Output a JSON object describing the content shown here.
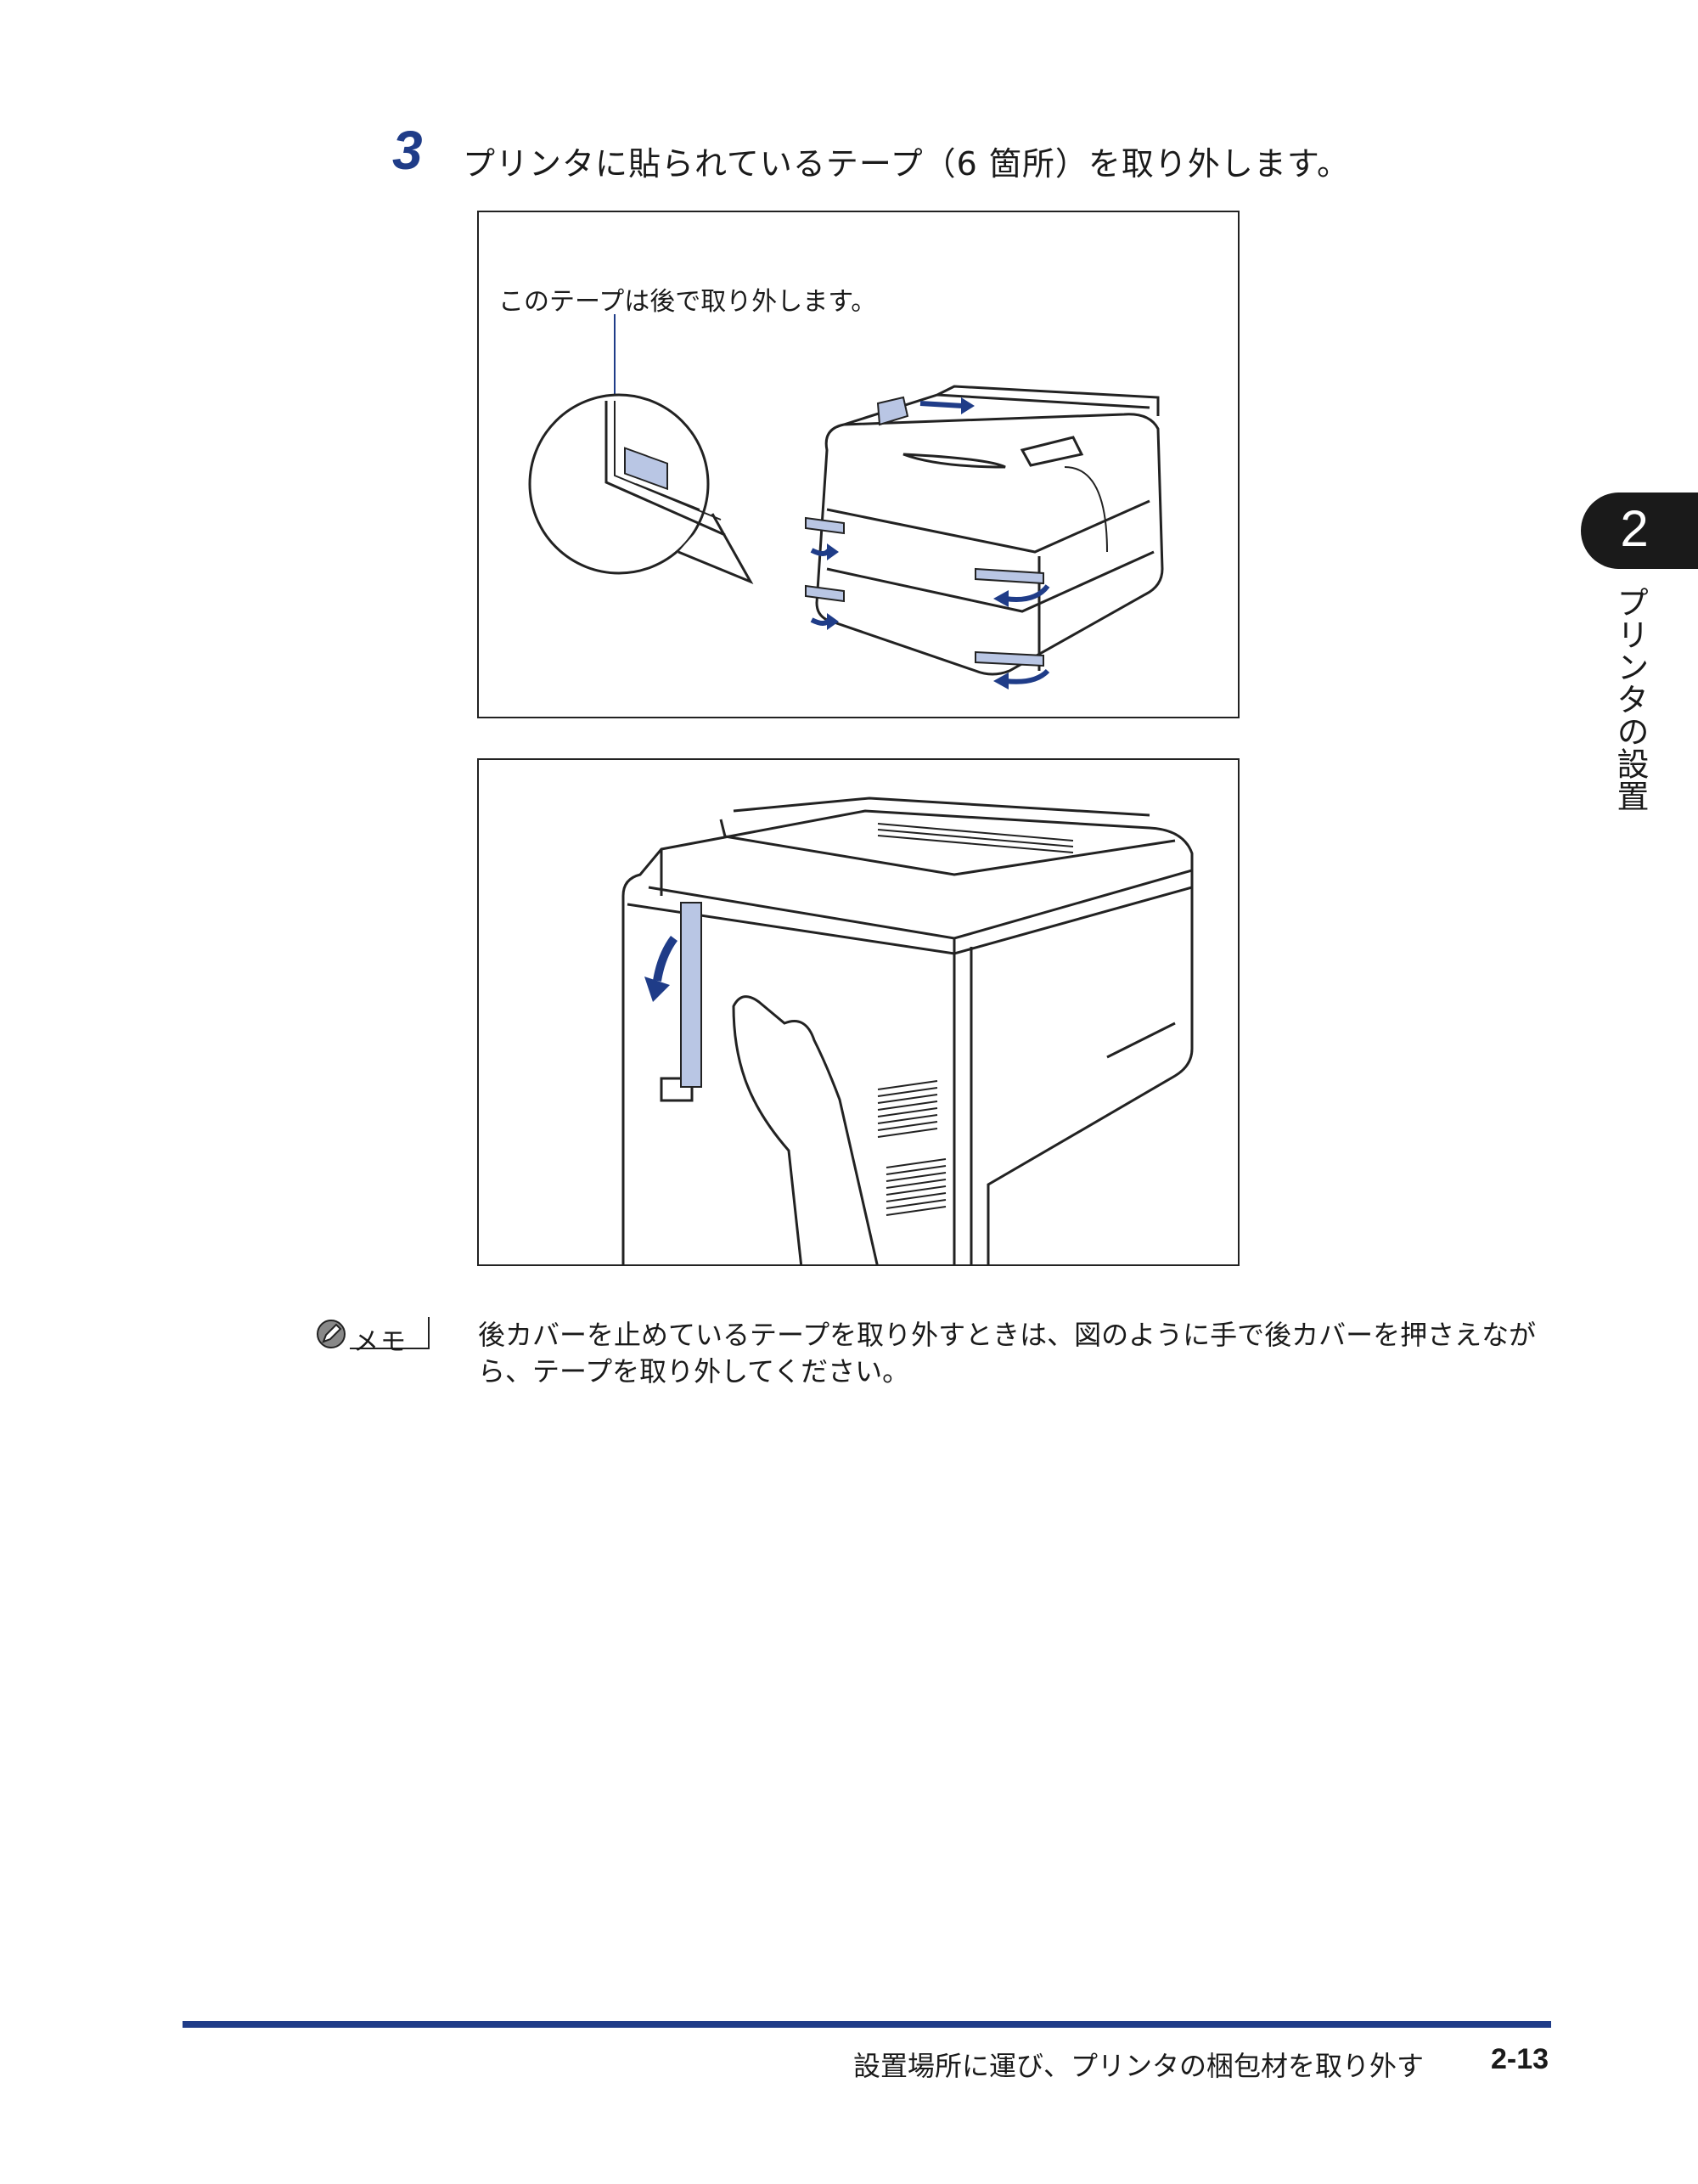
{
  "step": {
    "number": "3",
    "instruction": "プリンタに貼られているテープ（6 箇所）を取り外します。"
  },
  "figure1": {
    "callout": "このテープは後で取り外します。"
  },
  "memo": {
    "label": "メモ",
    "text": "後カバーを止めているテープを取り外すときは、図のように手で後カバーを押さえながら、テープを取り外してください。"
  },
  "chapter": {
    "number": "2",
    "title": "プリンタの設置"
  },
  "footer": {
    "section_title": "設置場所に運び、プリンタの梱包材を取り外す",
    "page_number": "2-13"
  },
  "colors": {
    "accent": "#1f3c88",
    "tape": "#b9c6e4"
  }
}
